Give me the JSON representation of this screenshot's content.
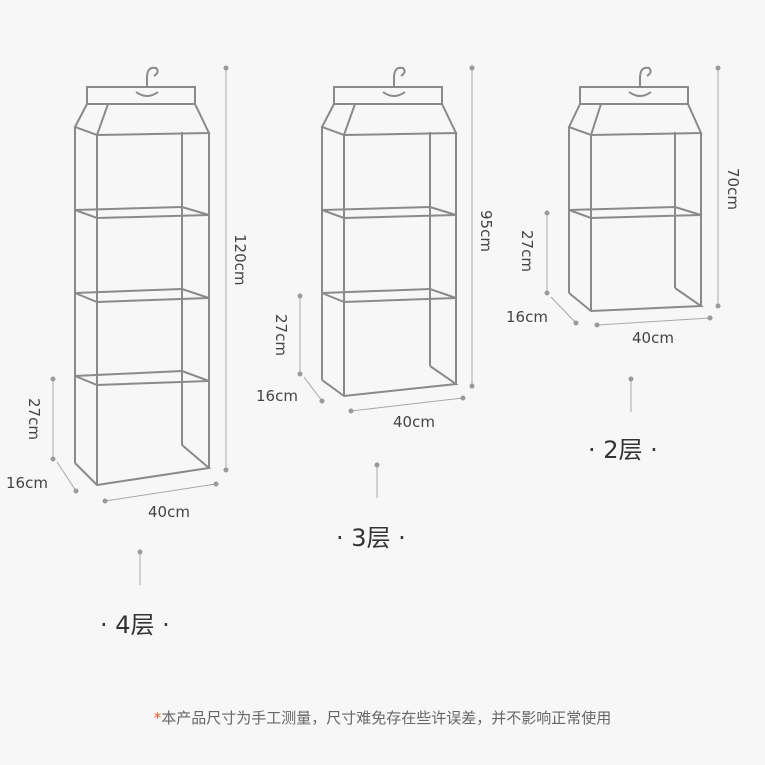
{
  "organizers": [
    {
      "tier_label": "· 4层 ·",
      "height": "120cm",
      "shelf_height": "27cm",
      "depth": "16cm",
      "width": "40cm"
    },
    {
      "tier_label": "· 3层 ·",
      "height": "95cm",
      "shelf_height": "27cm",
      "depth": "16cm",
      "width": "40cm"
    },
    {
      "tier_label": "· 2层 ·",
      "height": "70cm",
      "shelf_height": "27cm",
      "depth": "16cm",
      "width": "40cm"
    }
  ],
  "footnote": {
    "star": "*",
    "text": "本产品尺寸为手工测量，尺寸难免存在些许误差，并不影响正常使用"
  },
  "colors": {
    "frame": "#8a8a8a",
    "dimension_line": "#a8a8a8",
    "text": "#444444",
    "accent_star": "#e05a2b",
    "background": "#f7f7f7"
  }
}
